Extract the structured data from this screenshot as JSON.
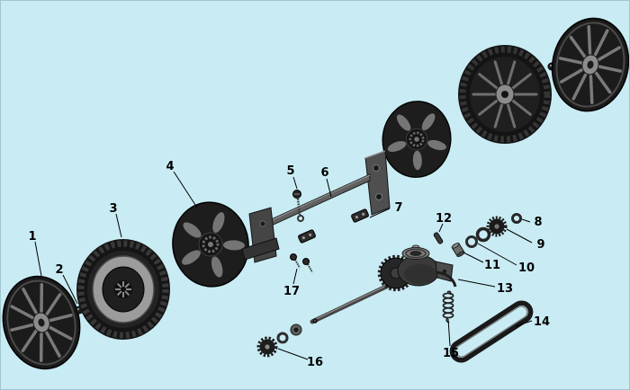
{
  "colors": {
    "background": "#c9ecf4",
    "part_dark": "#1b1b1b",
    "part_mid": "#5a5a5a",
    "part_light": "#9c9c9c",
    "leader_line": "#000000"
  },
  "callouts": [
    {
      "label": "1",
      "part": "left-spoked-wheel"
    },
    {
      "label": "2",
      "part": "left-wheel-bolt"
    },
    {
      "label": "3",
      "part": "left-tire"
    },
    {
      "label": "4",
      "part": "wheel-dust-cover"
    },
    {
      "label": "5",
      "part": "carrier-bolt"
    },
    {
      "label": "6",
      "part": "axle-carrier-assembly"
    },
    {
      "label": "7",
      "part": "clamp-bracket"
    },
    {
      "label": "8",
      "part": "locknut"
    },
    {
      "label": "9",
      "part": "knurled-gear"
    },
    {
      "label": "10",
      "part": "washer"
    },
    {
      "label": "11",
      "part": "bushing"
    },
    {
      "label": "12",
      "part": "drive-pin"
    },
    {
      "label": "13",
      "part": "transmission"
    },
    {
      "label": "14",
      "part": "drive-belt"
    },
    {
      "label": "15",
      "part": "return-spring"
    },
    {
      "label": "16",
      "part": "pinion-gear"
    },
    {
      "label": "17",
      "part": "mounting-screws"
    }
  ]
}
